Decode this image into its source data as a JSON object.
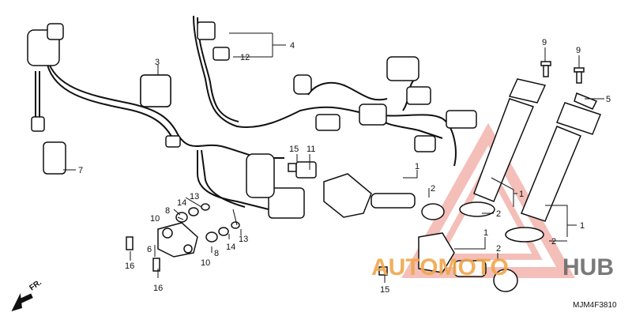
{
  "diagram": {
    "code": "MJM4F3810",
    "direction_label": "FR.",
    "callouts": [
      "1",
      "2",
      "3",
      "4",
      "5",
      "6",
      "7",
      "8",
      "9",
      "10",
      "11",
      "12",
      "13",
      "14",
      "15",
      "16"
    ]
  },
  "watermark": {
    "text_orange": "AUTOMOTO",
    "text_gray": "HUB",
    "colors": {
      "orange": "#f2a64a",
      "red": "#e04a3a",
      "gray": "#6b6b6b"
    }
  },
  "colors": {
    "line": "#111111",
    "background": "#ffffff"
  }
}
